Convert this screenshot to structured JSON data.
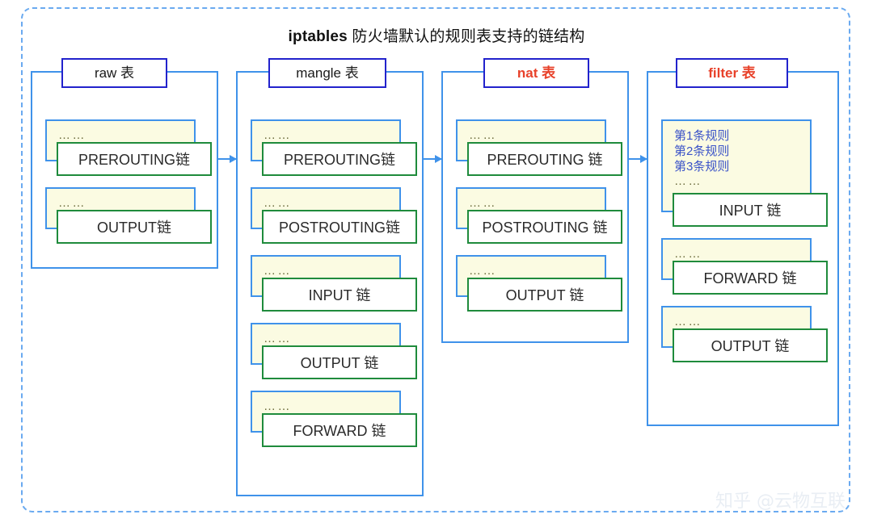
{
  "title": {
    "keyword": "iptables",
    "rest": " 防火墙默认的规则表支持的链结构"
  },
  "colors": {
    "frame_dashed": "#6aaaf0",
    "table_border": "#3f92ea",
    "table_title_border": "#2222cc",
    "chain_border": "#1f8b3c",
    "rules_panel_bg": "#fbfbe2",
    "accent_red": "#e8412a",
    "rules_text_blue": "#3b53c8",
    "watermark": "#e9eef4"
  },
  "dots_label": "……",
  "tables": [
    {
      "id": "raw",
      "title": "raw 表",
      "accent": false,
      "chains": [
        {
          "name": "PREROUTING链",
          "rules": []
        },
        {
          "name": "OUTPUT链",
          "rules": []
        }
      ]
    },
    {
      "id": "mangle",
      "title": "mangle 表",
      "accent": false,
      "chains": [
        {
          "name": "PREROUTING链",
          "rules": []
        },
        {
          "name": "POSTROUTING链",
          "rules": []
        },
        {
          "name": "INPUT 链",
          "rules": []
        },
        {
          "name": "OUTPUT 链",
          "rules": []
        },
        {
          "name": "FORWARD 链",
          "rules": []
        }
      ]
    },
    {
      "id": "nat",
      "title": "nat 表",
      "accent": true,
      "chains": [
        {
          "name": "PREROUTING 链",
          "rules": []
        },
        {
          "name": "POSTROUTING 链",
          "rules": []
        },
        {
          "name": "OUTPUT 链",
          "rules": []
        }
      ]
    },
    {
      "id": "filter",
      "title": "filter 表",
      "accent": true,
      "chains": [
        {
          "name": "INPUT 链",
          "rules": [
            "第1条规则",
            "第2条规则",
            "第3条规则"
          ]
        },
        {
          "name": "FORWARD 链",
          "rules": []
        },
        {
          "name": "OUTPUT 链",
          "rules": []
        }
      ]
    }
  ],
  "arrows": [
    {
      "from": "raw",
      "to": "mangle"
    },
    {
      "from": "mangle",
      "to": "nat"
    },
    {
      "from": "nat",
      "to": "filter"
    }
  ],
  "watermark": "知乎 @云物互联"
}
